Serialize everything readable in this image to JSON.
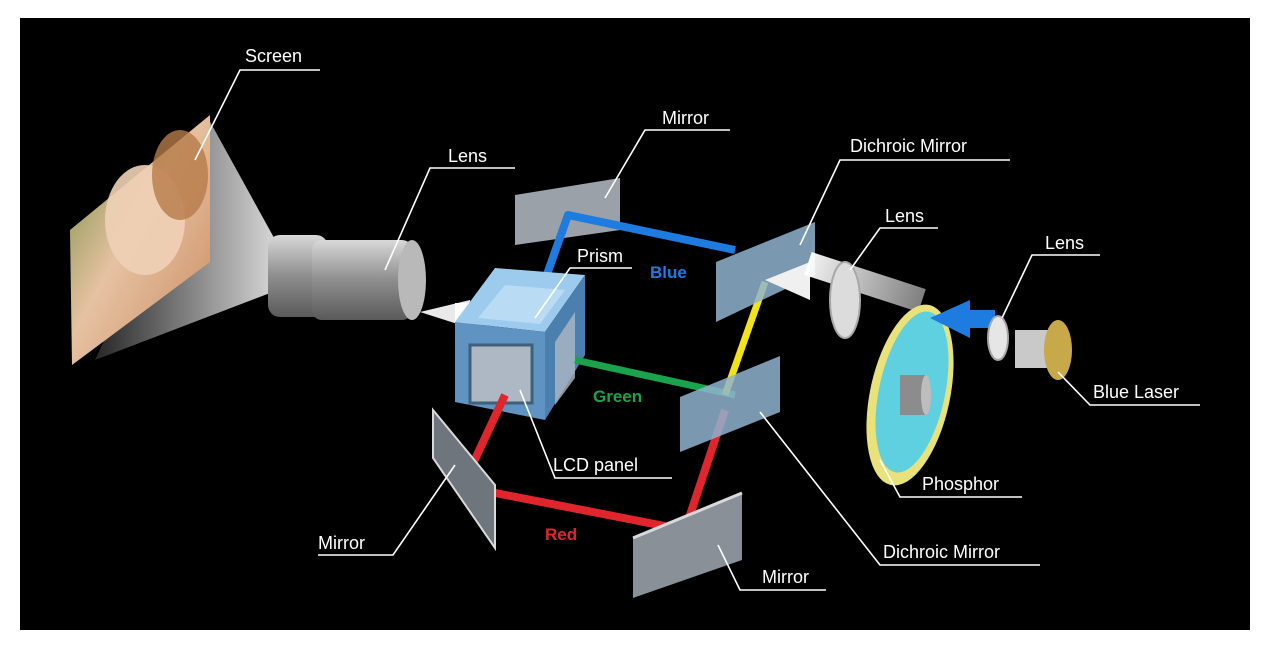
{
  "labels": {
    "screen": "Screen",
    "lens_main": "Lens",
    "mirror_top": "Mirror",
    "prism": "Prism",
    "dichroic_top": "Dichroic Mirror",
    "lens_mid": "Lens",
    "lens_right": "Lens",
    "blue_laser": "Blue Laser",
    "phosphor": "Phosphor",
    "lcd_panel": "LCD panel",
    "mirror_left": "Mirror",
    "mirror_bottom": "Mirror",
    "dichroic_bottom": "Dichroic Mirror"
  },
  "beams": {
    "blue": "Blue",
    "green": "Green",
    "red": "Red"
  },
  "colors": {
    "background": "#000000",
    "blue_beam": "#1e7be0",
    "green_beam": "#1aa34a",
    "red_beam": "#e0262c",
    "yellow_beam": "#f2e21a",
    "prism": "#7fb7e6",
    "mirror": "#9aa1a8",
    "dichroic": "#8fb4d0",
    "phosphor_ring": "#e9e27a",
    "phosphor_core": "#5fd0e0"
  }
}
